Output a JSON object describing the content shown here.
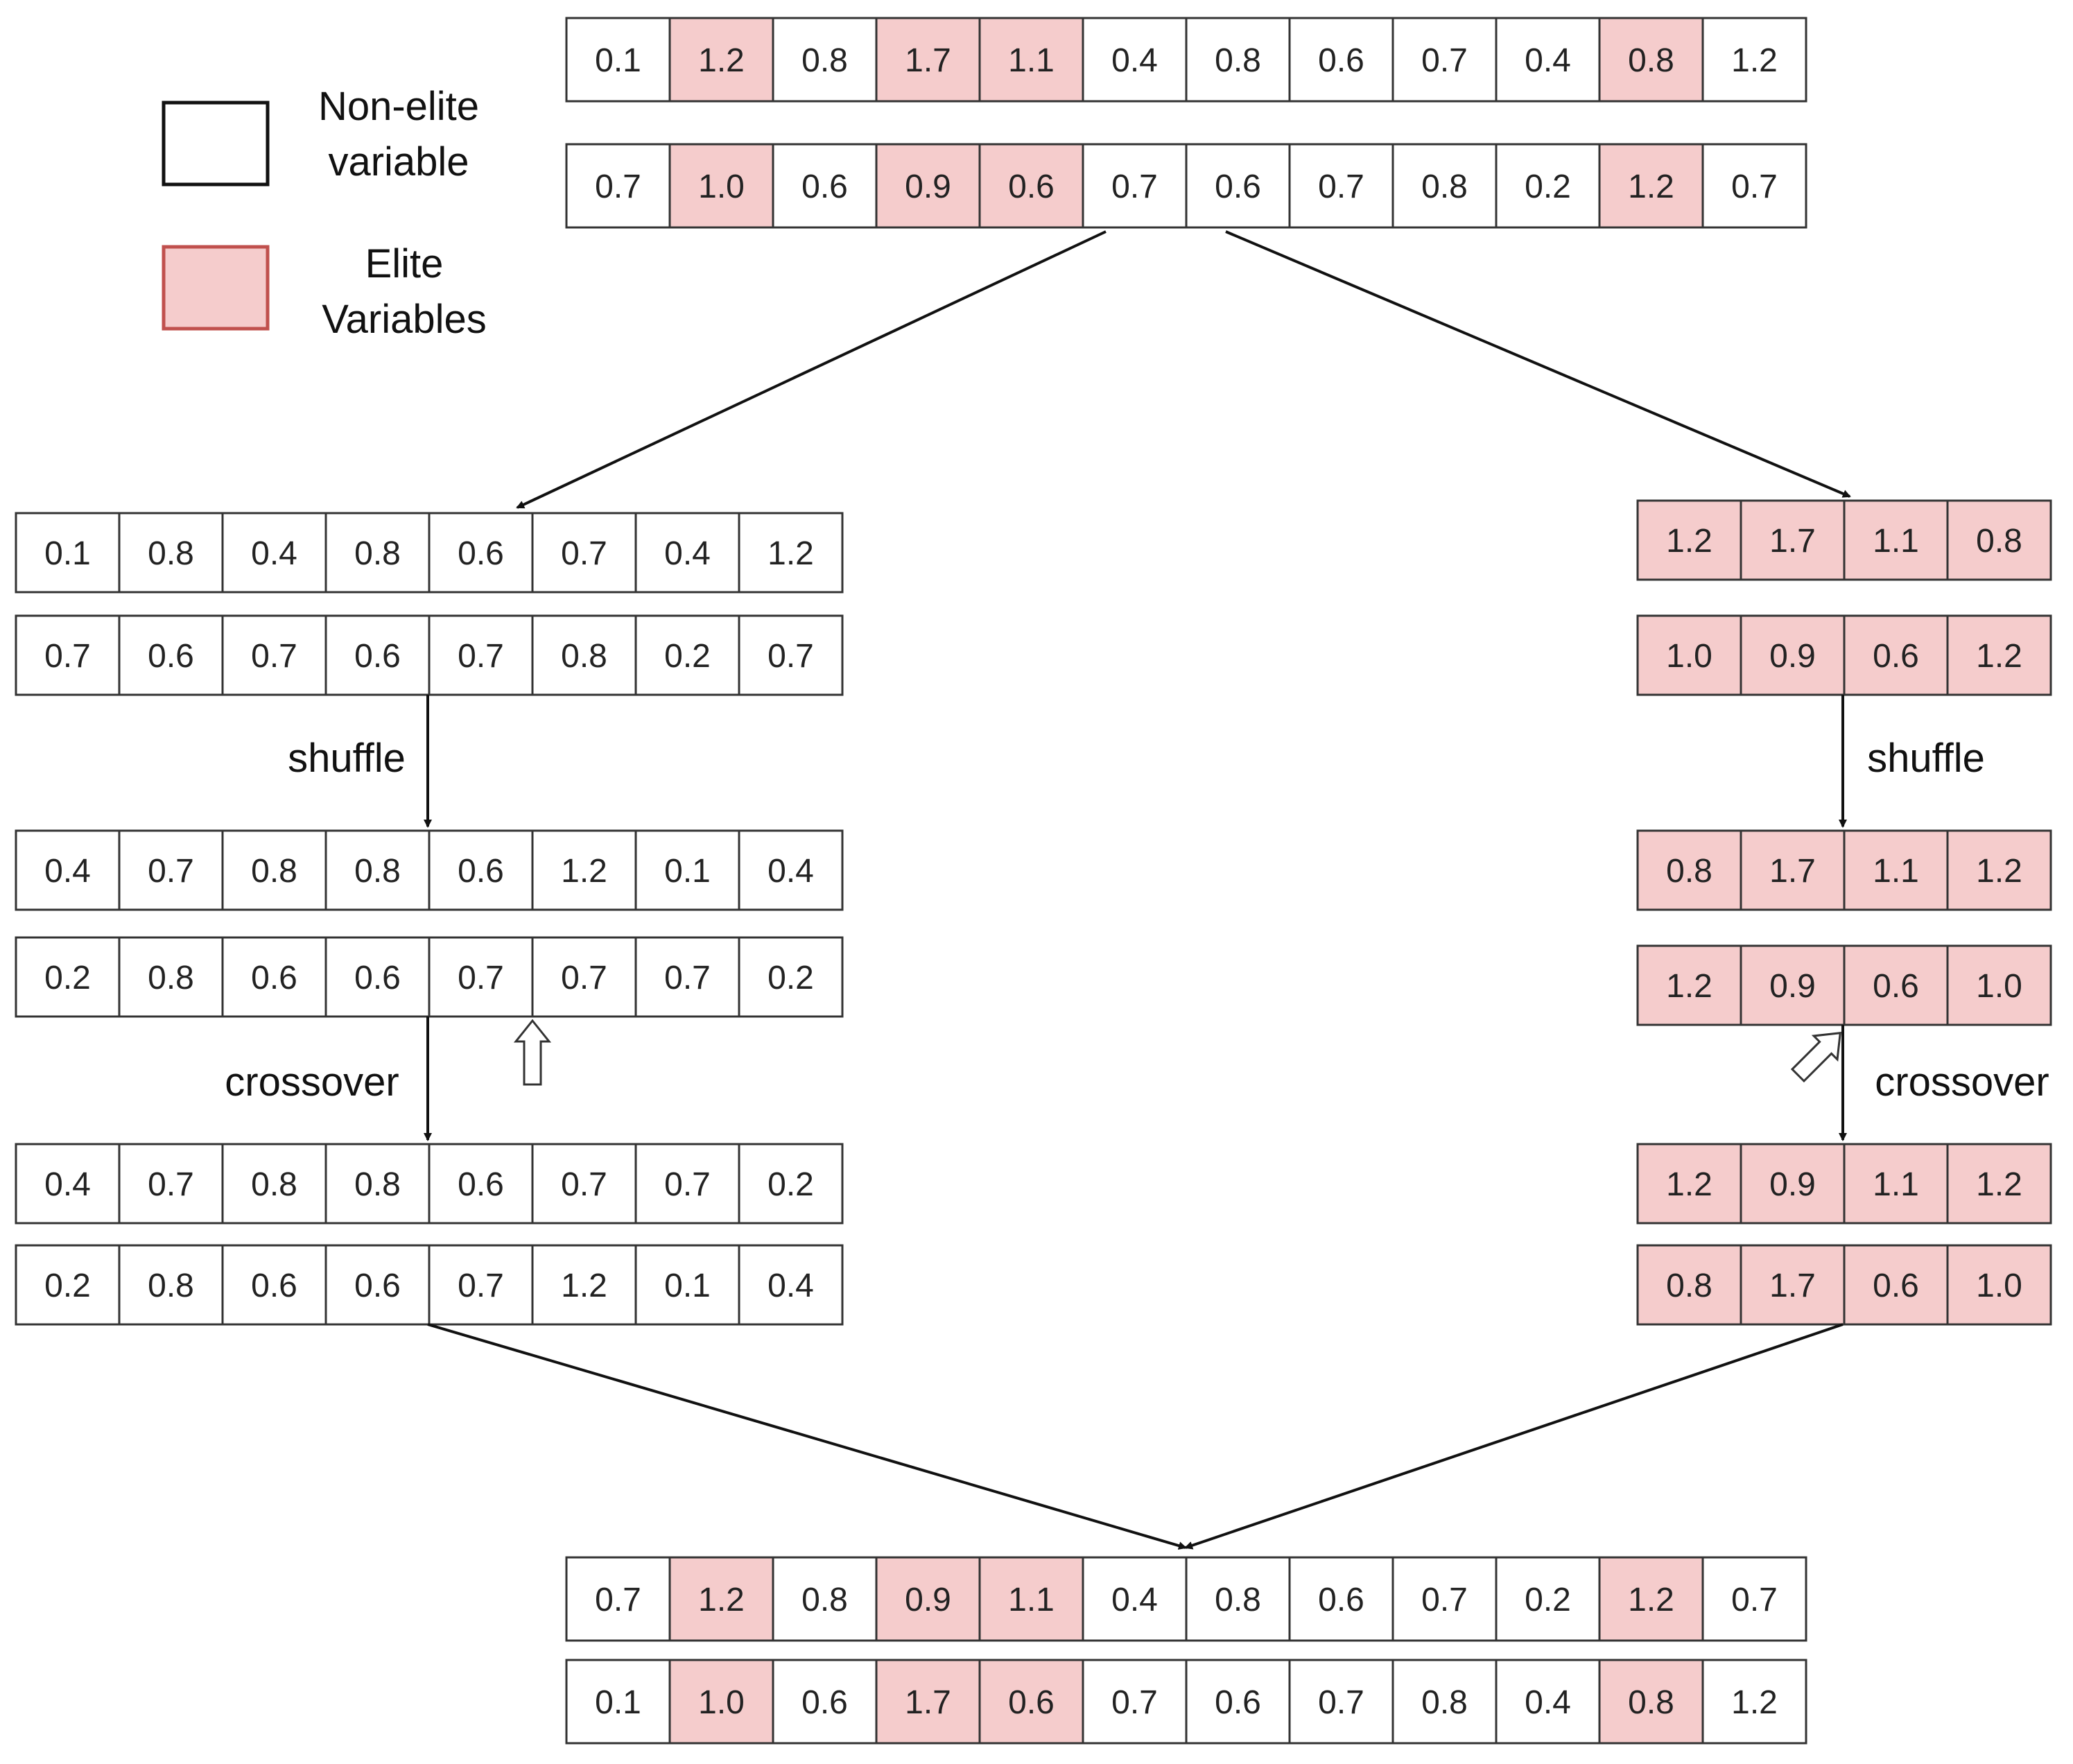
{
  "legend": {
    "non_elite_label_line1": "Non-elite",
    "non_elite_label_line2": "variable",
    "elite_label_line1": "Elite",
    "elite_label_line2": "Variables"
  },
  "labels": {
    "shuffle_left": "shuffle",
    "shuffle_right": "shuffle",
    "crossover_left": "crossover",
    "crossover_right": "crossover"
  },
  "colors": {
    "elite_fill": "#f5cccc",
    "elite_border": "#c0504d",
    "cell_border": "#333333",
    "arrow": "#111111"
  },
  "parents": {
    "row1": [
      "0.1",
      "1.2",
      "0.8",
      "1.7",
      "1.1",
      "0.4",
      "0.8",
      "0.6",
      "0.7",
      "0.4",
      "0.8",
      "1.2"
    ],
    "row2": [
      "0.7",
      "1.0",
      "0.6",
      "0.9",
      "0.6",
      "0.7",
      "0.6",
      "0.7",
      "0.8",
      "0.2",
      "1.2",
      "0.7"
    ],
    "elite_flags": [
      false,
      true,
      false,
      true,
      true,
      false,
      false,
      false,
      false,
      false,
      true,
      false
    ]
  },
  "non_elite": {
    "initial": [
      [
        "0.1",
        "0.8",
        "0.4",
        "0.8",
        "0.6",
        "0.7",
        "0.4",
        "1.2"
      ],
      [
        "0.7",
        "0.6",
        "0.7",
        "0.6",
        "0.7",
        "0.8",
        "0.2",
        "0.7"
      ]
    ],
    "shuffled": [
      [
        "0.4",
        "0.7",
        "0.8",
        "0.8",
        "0.6",
        "1.2",
        "0.1",
        "0.4"
      ],
      [
        "0.2",
        "0.8",
        "0.6",
        "0.6",
        "0.7",
        "0.7",
        "0.7",
        "0.2"
      ]
    ],
    "crossed": [
      [
        "0.4",
        "0.7",
        "0.8",
        "0.8",
        "0.6",
        "0.7",
        "0.7",
        "0.2"
      ],
      [
        "0.2",
        "0.8",
        "0.6",
        "0.6",
        "0.7",
        "1.2",
        "0.1",
        "0.4"
      ]
    ]
  },
  "elite": {
    "initial": [
      [
        "1.2",
        "1.7",
        "1.1",
        "0.8"
      ],
      [
        "1.0",
        "0.9",
        "0.6",
        "1.2"
      ]
    ],
    "shuffled": [
      [
        "0.8",
        "1.7",
        "1.1",
        "1.2"
      ],
      [
        "1.2",
        "0.9",
        "0.6",
        "1.0"
      ]
    ],
    "crossed": [
      [
        "1.2",
        "0.9",
        "1.1",
        "1.2"
      ],
      [
        "0.8",
        "1.7",
        "0.6",
        "1.0"
      ]
    ]
  },
  "offspring": {
    "row1": [
      "0.7",
      "1.2",
      "0.8",
      "0.9",
      "1.1",
      "0.4",
      "0.8",
      "0.6",
      "0.7",
      "0.2",
      "1.2",
      "0.7"
    ],
    "row2": [
      "0.1",
      "1.0",
      "0.6",
      "1.7",
      "0.6",
      "0.7",
      "0.6",
      "0.7",
      "0.8",
      "0.4",
      "0.8",
      "1.2"
    ],
    "elite_flags": [
      false,
      true,
      false,
      true,
      true,
      false,
      false,
      false,
      false,
      false,
      true,
      false
    ]
  }
}
